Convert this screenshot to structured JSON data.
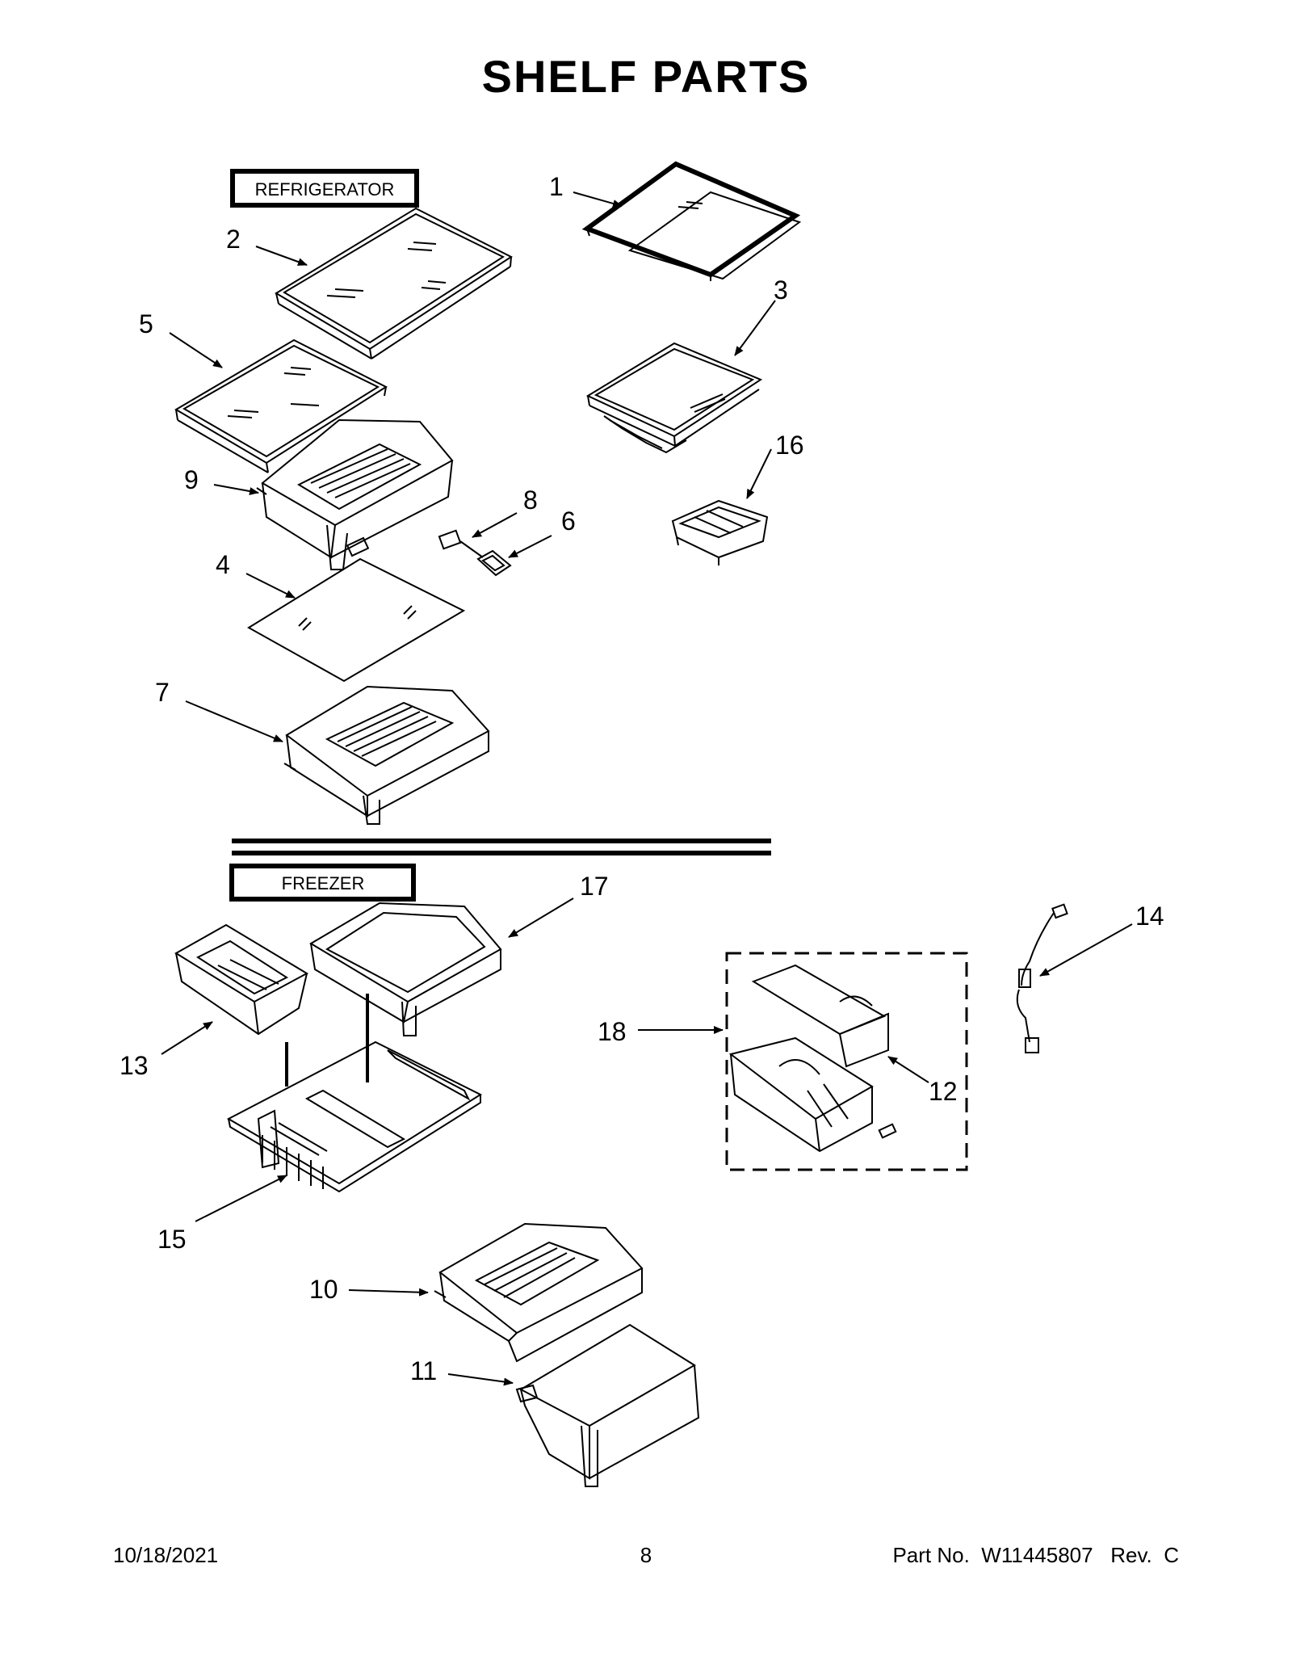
{
  "title": "SHELF PARTS",
  "sections": {
    "refrigerator": "REFRIGERATOR",
    "freezer": "FREEZER"
  },
  "callouts": [
    "1",
    "2",
    "3",
    "4",
    "5",
    "6",
    "7",
    "8",
    "9",
    "10",
    "11",
    "12",
    "13",
    "14",
    "15",
    "16",
    "17",
    "18"
  ],
  "footer": {
    "date": "10/18/2021",
    "page": "8",
    "part": "Part No.  W11445807   Rev.  C"
  }
}
